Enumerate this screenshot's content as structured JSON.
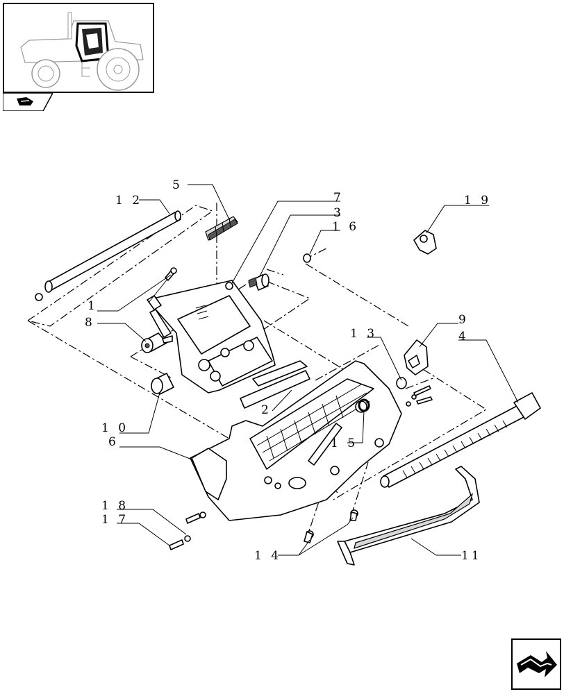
{
  "diagram": {
    "callouts": {
      "c1": "1",
      "c2": "2",
      "c3": "3",
      "c4": "4",
      "c5": "5",
      "c6": "6",
      "c7": "7",
      "c8": "8",
      "c9": "9",
      "c10": "1 0",
      "c11": "11",
      "c12": "1 2",
      "c13": "1 3",
      "c14": "1 4",
      "c15": "1 5",
      "c16": "1 6",
      "c17": "1 7",
      "c18": "1 8",
      "c19": "1 9"
    }
  },
  "thumbnail": {
    "icon": "tractor-icon"
  },
  "navigation": {
    "icon": "next-page-arrow-icon"
  },
  "colors": {
    "ink": "#000000",
    "background": "#ffffff",
    "shade": "#d8d8d8"
  }
}
